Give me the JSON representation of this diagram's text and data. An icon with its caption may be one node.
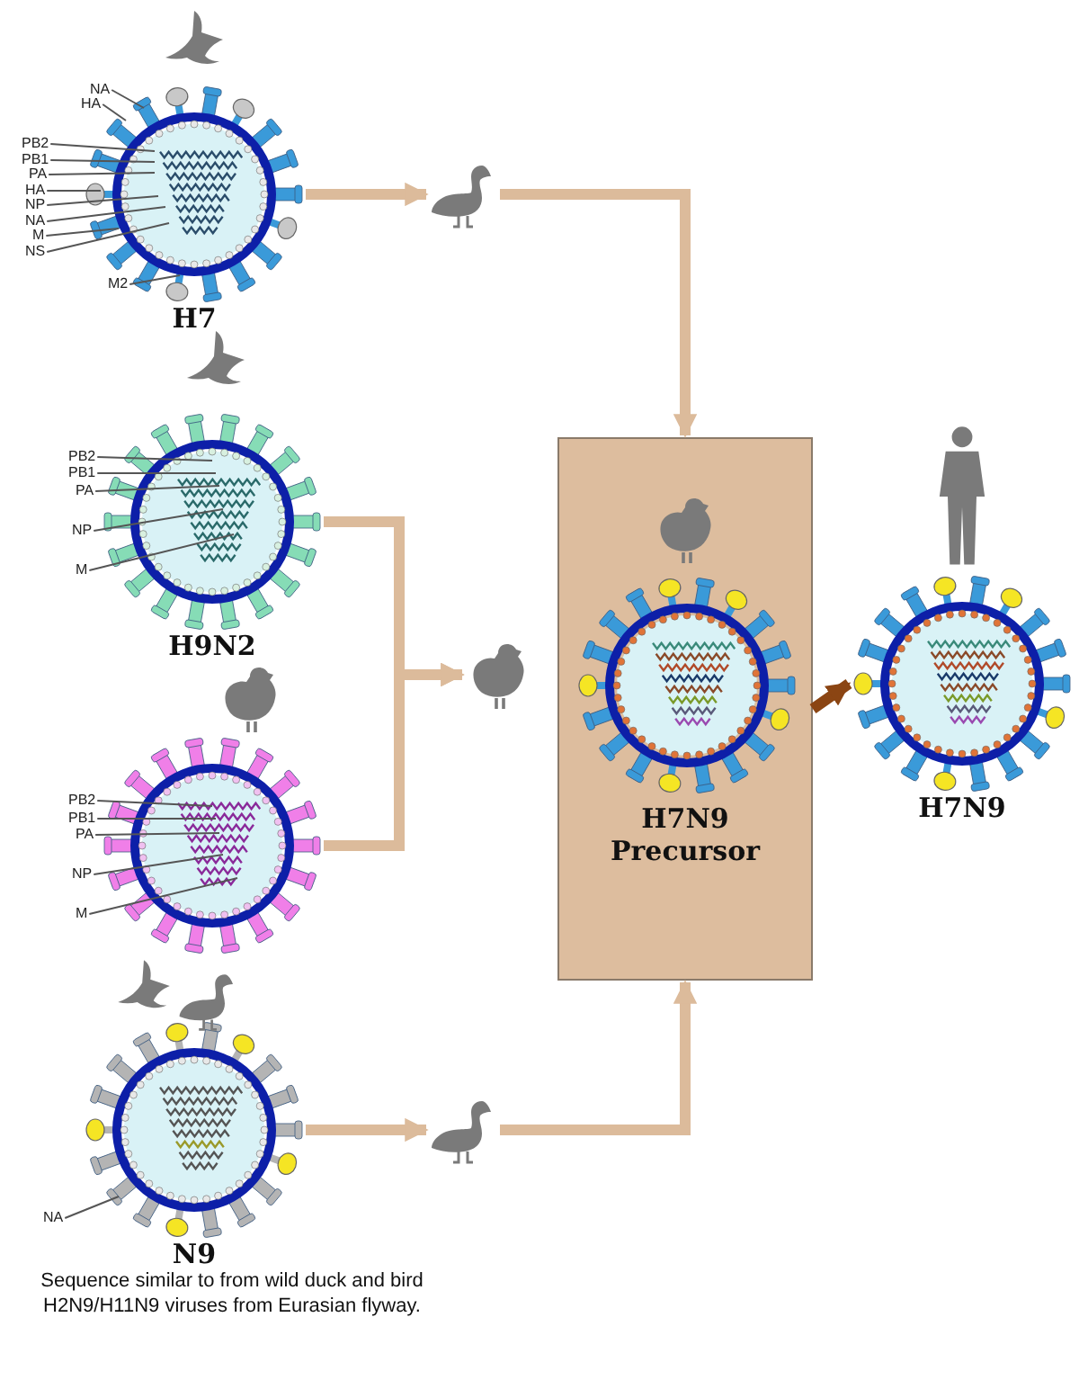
{
  "diagram": {
    "nodes": [
      {
        "text": [
          "NA"
        ]
      },
      {
        "text": [
          "HA"
        ]
      },
      {
        "text": [
          "PB2"
        ]
      },
      {
        "text": [
          "PB1"
        ]
      },
      {
        "text": [
          "PA"
        ]
      },
      {
        "text": [
          "HA"
        ]
      },
      {
        "text": [
          "NP"
        ]
      },
      {
        "text": [
          "NA"
        ]
      },
      {
        "text": [
          "M"
        ]
      },
      {
        "text": [
          "NS"
        ]
      },
      {
        "text": [
          "M2"
        ]
      },
      {
        "text": [
          "H7"
        ]
      },
      {
        "text": [],
        "shape": "picture"
      },
      {
        "text": [
          "PB2"
        ]
      },
      {
        "text": [
          "PB1"
        ]
      },
      {
        "text": [
          "PA"
        ]
      },
      {
        "text": [
          "NP"
        ]
      },
      {
        "text": [
          "M"
        ]
      },
      {
        "text": [
          "H9N2"
        ]
      },
      {
        "text": [
          "PB2"
        ]
      },
      {
        "text": [
          "PB1"
        ]
      },
      {
        "text": [
          "PA"
        ]
      },
      {
        "text": [
          "NP"
        ]
      },
      {
        "text": [
          "M"
        ]
      },
      {
        "text": [],
        "shape": "picture"
      },
      {
        "text": [],
        "shape": "picture"
      },
      {
        "text": [
          "NA"
        ]
      },
      {
        "text": [
          "N9"
        ],
        "beside": [
          "Sequence similar to from wild duck and bird H2N9/H11N9 viruses from Eurasian flyway."
        ]
      },
      {
        "text": [],
        "shape": "picture"
      },
      {
        "text": [
          "H7N9 Precursor"
        ]
      },
      {
        "text": [
          "H7N9"
        ]
      }
    ],
    "edges": [
      {
        "from": 0,
        "to": 11,
        "arrow": "none"
      },
      {
        "from": 1,
        "to": 11,
        "arrow": "none"
      },
      {
        "from": 2,
        "to": 11,
        "arrow": "none"
      },
      {
        "from": 3,
        "to": 11,
        "arrow": "none"
      },
      {
        "from": 4,
        "to": 11,
        "arrow": "none"
      },
      {
        "from": 5,
        "to": 11,
        "arrow": "none"
      },
      {
        "from": 6,
        "to": 11,
        "arrow": "none"
      },
      {
        "from": 7,
        "to": 11,
        "arrow": "none"
      },
      {
        "from": 8,
        "to": 11,
        "arrow": "none"
      },
      {
        "from": 9,
        "to": 11,
        "arrow": "none"
      },
      {
        "from": 10,
        "to": 11,
        "arrow": "none"
      },
      {
        "from": 11,
        "to": 12,
        "arrow": "to",
        "style": "thick",
        "color": "#dcbb9b"
      },
      {
        "from": 12,
        "to": 29,
        "arrow": "to",
        "style": "thick",
        "color": "#dcbb9b"
      },
      {
        "from": 13,
        "to": 18,
        "arrow": "none"
      },
      {
        "from": 14,
        "to": 18,
        "arrow": "none"
      },
      {
        "from": 15,
        "to": 18,
        "arrow": "none"
      },
      {
        "from": 16,
        "to": 18,
        "arrow": "none"
      },
      {
        "from": 17,
        "to": 18,
        "arrow": "none"
      },
      {
        "from": 19,
        "to": 24,
        "arrow": "none"
      },
      {
        "from": 20,
        "to": 24,
        "arrow": "none"
      },
      {
        "from": 21,
        "to": 24,
        "arrow": "none"
      },
      {
        "from": 22,
        "to": 24,
        "arrow": "none"
      },
      {
        "from": 23,
        "to": 24,
        "arrow": "none"
      },
      {
        "from": 18,
        "to": 25,
        "arrow": "to",
        "style": "thick",
        "color": "#dcbb9b"
      },
      {
        "from": 24,
        "to": 25,
        "arrow": "to",
        "style": "thick",
        "color": "#dcbb9b"
      },
      {
        "from": 26,
        "to": 27,
        "arrow": "none"
      },
      {
        "from": 27,
        "to": 28,
        "arrow": "to",
        "style": "thick",
        "color": "#dcbb9b"
      },
      {
        "from": 28,
        "to": 29,
        "arrow": "to",
        "style": "thick",
        "color": "#dcbb9b"
      },
      {
        "from": 29,
        "to": 30,
        "arrow": "to",
        "style": "thick",
        "color": "#8b4513"
      }
    ]
  }
}
